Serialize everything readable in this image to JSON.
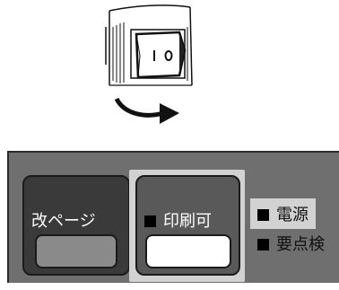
{
  "illustration": {
    "switch_marks": [
      "I",
      "O"
    ]
  },
  "control_panel": {
    "page_break_button": {
      "label": "改ページ"
    },
    "print_ready_button": {
      "label": "印刷可"
    },
    "indicators": {
      "power": "電源",
      "check": "要点検"
    }
  },
  "colors": {
    "panel_bg": "#6f6f6f",
    "button_dark": "#3a3a3a",
    "button_mid": "#595959",
    "highlight": "#d2d2d2"
  }
}
